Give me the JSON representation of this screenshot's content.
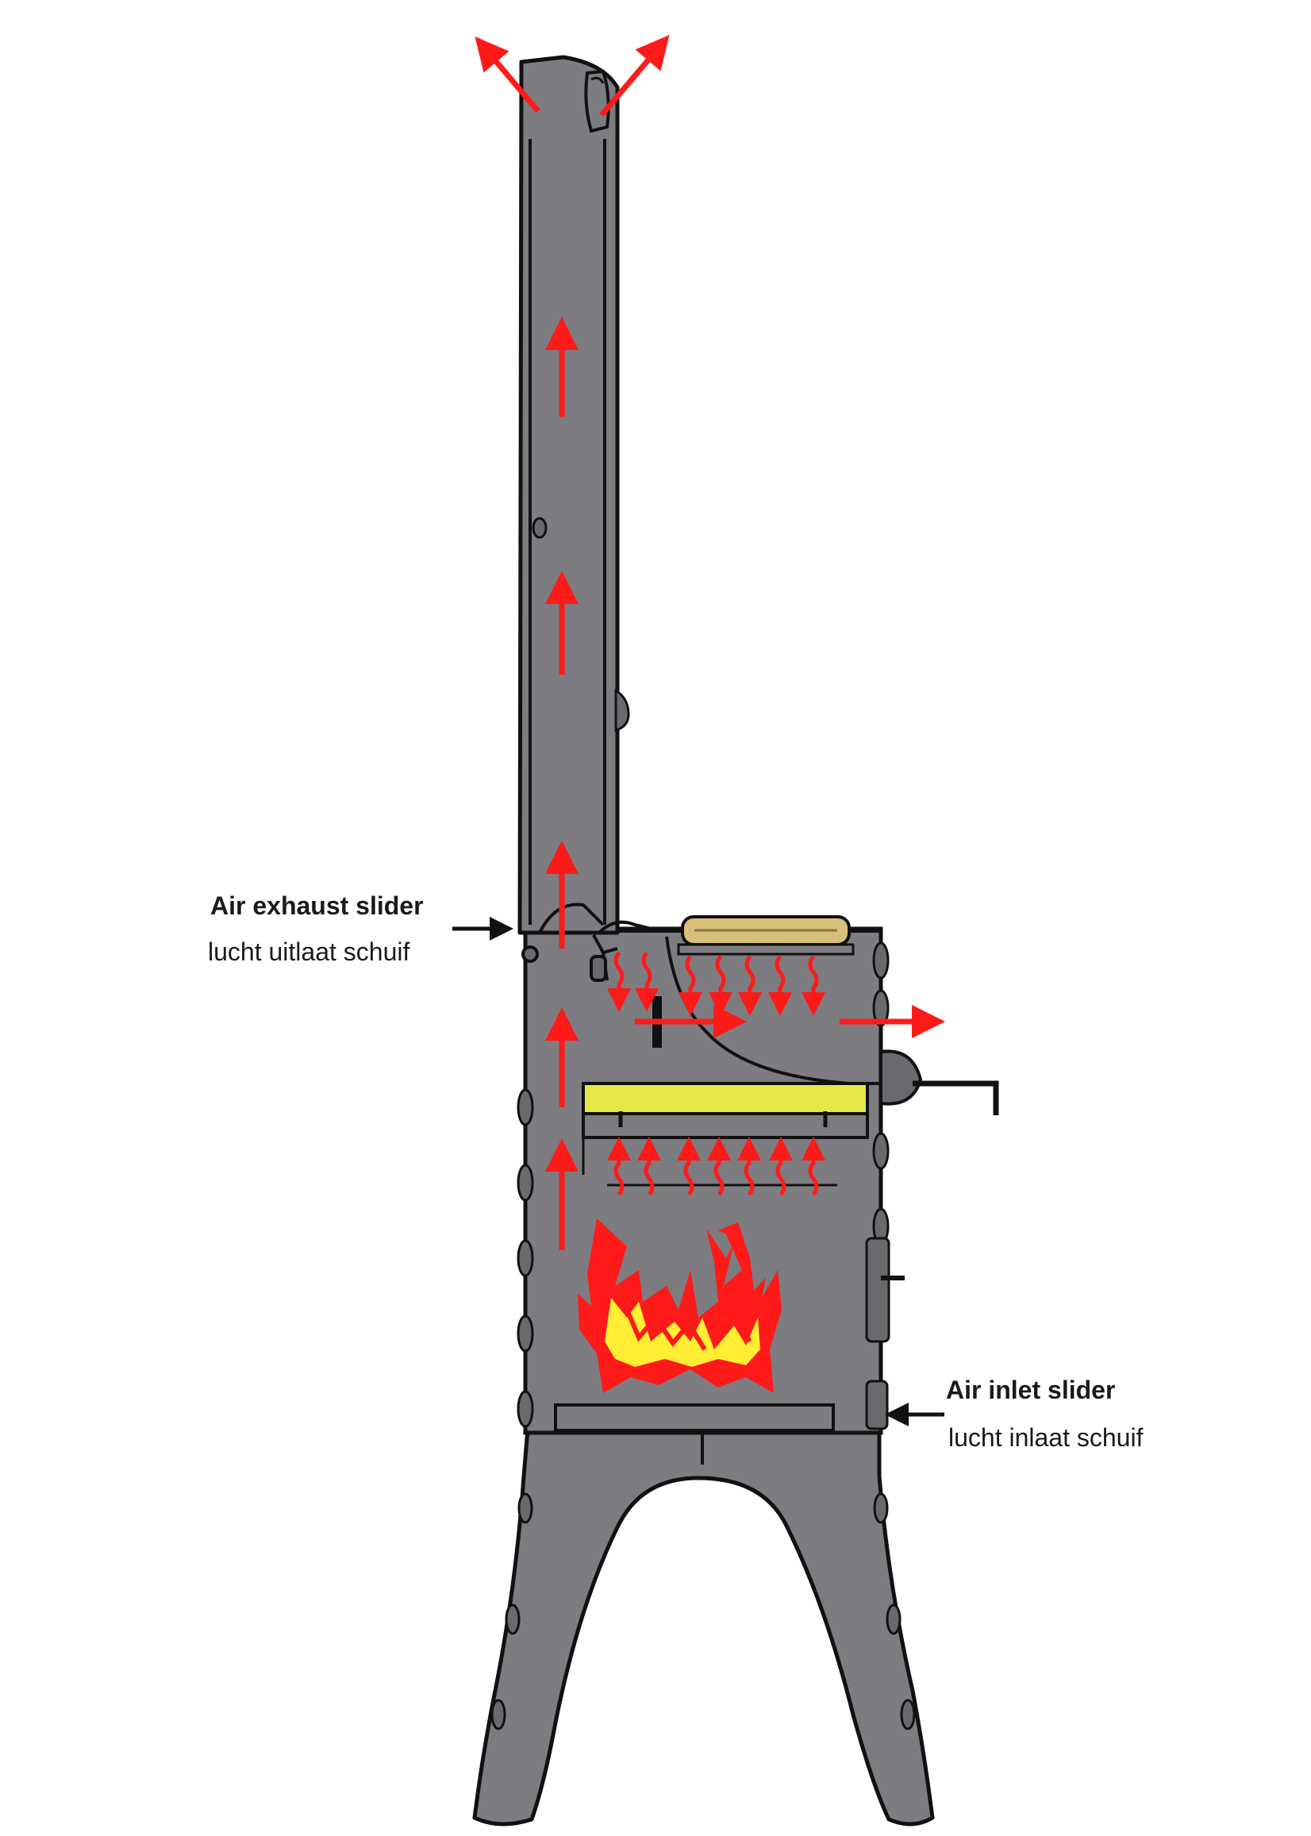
{
  "colors": {
    "background": "#ffffff",
    "steel": "#7d7c80",
    "steel_dark": "#5e5d61",
    "outline": "#111111",
    "airflow_arrow": "#ff1a1a",
    "flame_red": "#ff1a1a",
    "flame_yellow": "#ffee33",
    "baffle_yellow": "#e6e84a",
    "handle_wood": "#d9c07a",
    "callout_arrow": "#111111"
  },
  "icons": {
    "airflow": "red-arrow-icon",
    "heat_wave": "red-squiggle-arrow-icon",
    "fire": "flame-icon",
    "callout": "black-pointer-arrow-icon"
  },
  "labels": {
    "exhaust_en": "Air exhaust slider",
    "exhaust_nl": "lucht uitlaat schuif",
    "inlet_en": "Air inlet slider",
    "inlet_nl": "lucht inlaat schuif"
  }
}
